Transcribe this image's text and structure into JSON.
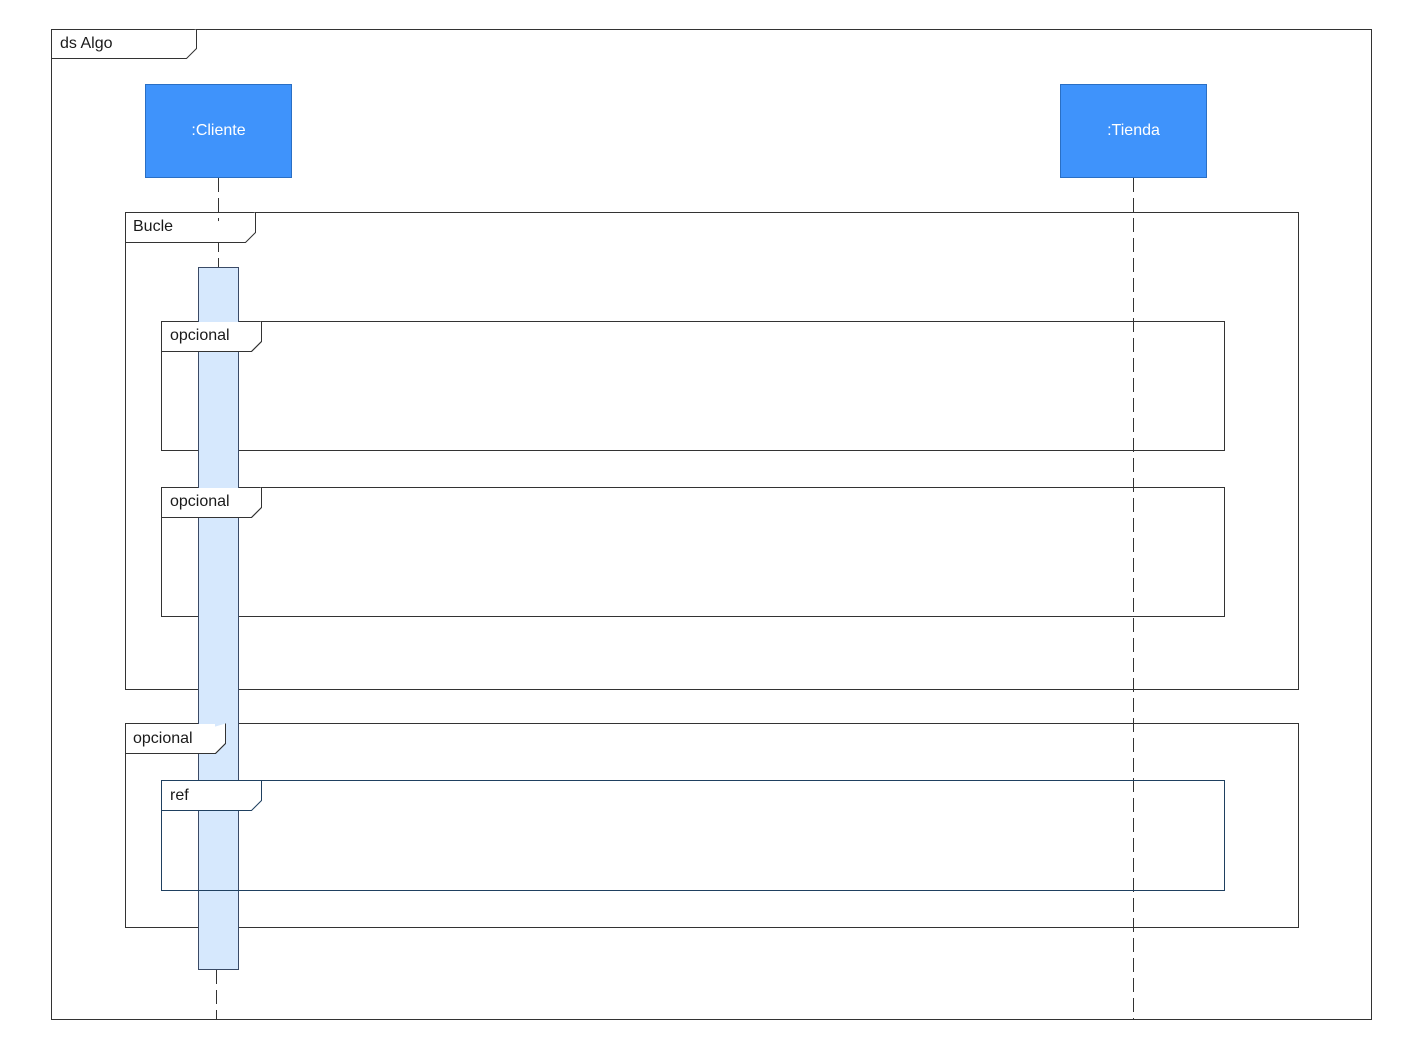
{
  "diagram": {
    "title": "ds Algo",
    "participants": [
      {
        "label": ":Cliente"
      },
      {
        "label": ":Tienda"
      }
    ],
    "fragments": {
      "loop": {
        "label": "Bucle"
      },
      "opt1": {
        "label": "opcional"
      },
      "opt2": {
        "label": "opcional"
      },
      "opt3": {
        "label": "opcional"
      },
      "ref": {
        "label": "ref"
      }
    },
    "colors": {
      "participant_fill": "#3f93fb",
      "participant_stroke": "#2a6fc4",
      "participant_text": "#ffffff",
      "activation_fill": "#d6e8fd",
      "activation_stroke": "#3a4a66",
      "ref_stroke": "#1f4060",
      "frame_stroke": "#333333"
    }
  }
}
